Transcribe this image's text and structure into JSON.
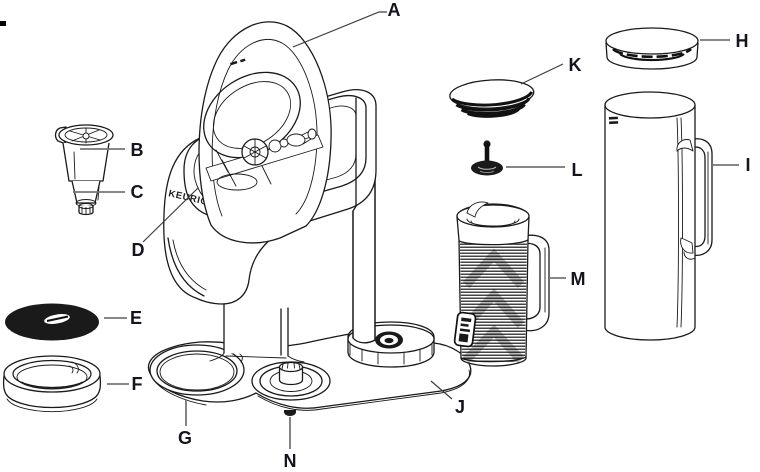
{
  "brand": {
    "machine_logo": "KEURIG"
  },
  "labels": [
    "A",
    "B",
    "C",
    "D",
    "E",
    "F",
    "G",
    "H",
    "I",
    "J",
    "K",
    "L",
    "M",
    "N"
  ],
  "colors": {
    "line": "#1a1a1a",
    "leader_gray": "#767676",
    "leader_dark": "#3c3c3c",
    "label_text": "#14141e",
    "fill": "#ffffff"
  }
}
